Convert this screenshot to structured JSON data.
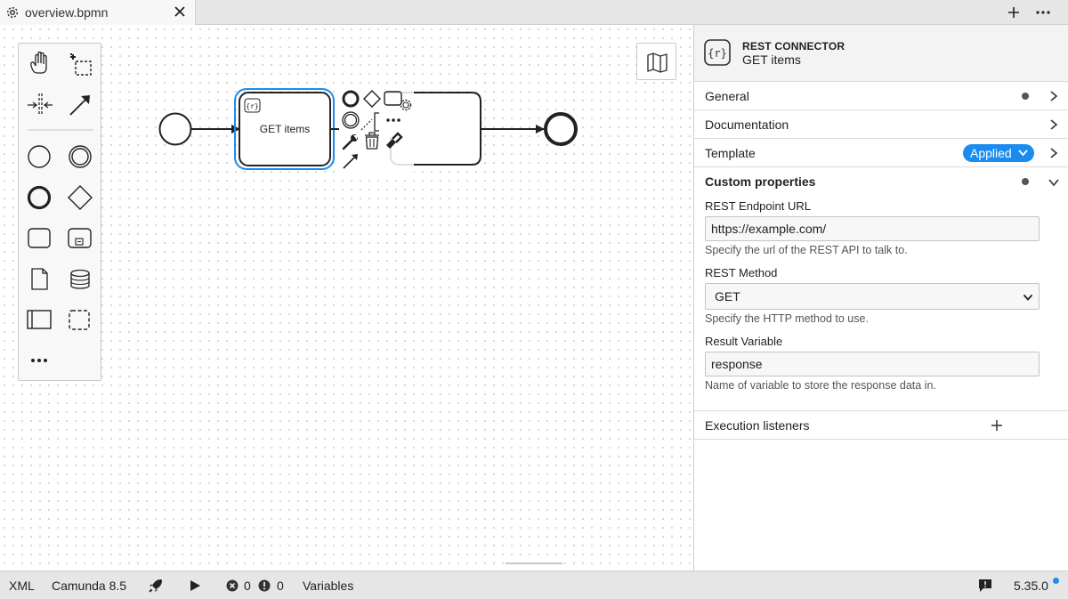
{
  "tabs": [
    {
      "label": "overview.bpmn"
    }
  ],
  "diagram": {
    "task_label": "GET items"
  },
  "panel": {
    "element_type": "REST CONNECTOR",
    "element_name": "GET items",
    "groups": {
      "general": "General",
      "documentation": "Documentation",
      "template": "Template",
      "template_badge": "Applied",
      "custom_properties": "Custom properties",
      "execution_listeners": "Execution listeners"
    },
    "fields": {
      "endpoint_label": "REST Endpoint URL",
      "endpoint_value": "https://example.com/",
      "endpoint_desc": "Specify the url of the REST API to talk to.",
      "method_label": "REST Method",
      "method_value": "GET",
      "method_desc": "Specify the HTTP method to use.",
      "result_label": "Result Variable",
      "result_value": "response",
      "result_desc": "Name of variable to store the response data in."
    }
  },
  "statusbar": {
    "xml": "XML",
    "platform": "Camunda 8.5",
    "errors": "0",
    "warnings": "0",
    "variables": "Variables",
    "version": "5.35.0"
  },
  "colors": {
    "selection": "#1a8cf0",
    "badge": "#1a8cf0"
  },
  "icons": [
    "gear-icon",
    "close-icon",
    "plus-icon",
    "more-icon",
    "hand-tool-icon",
    "lasso-tool-icon",
    "space-tool-icon",
    "connect-tool-icon",
    "start-event-icon",
    "intermediate-event-icon",
    "end-event-icon",
    "gateway-icon",
    "task-icon",
    "subprocess-icon",
    "data-object-icon",
    "data-store-icon",
    "pool-icon",
    "group-icon",
    "more-tools-icon",
    "minimap-icon",
    "rest-connector-icon",
    "chevron-right-icon",
    "chevron-down-icon",
    "deploy-rocket-icon",
    "run-play-icon",
    "error-icon",
    "warning-icon",
    "feedback-icon"
  ]
}
